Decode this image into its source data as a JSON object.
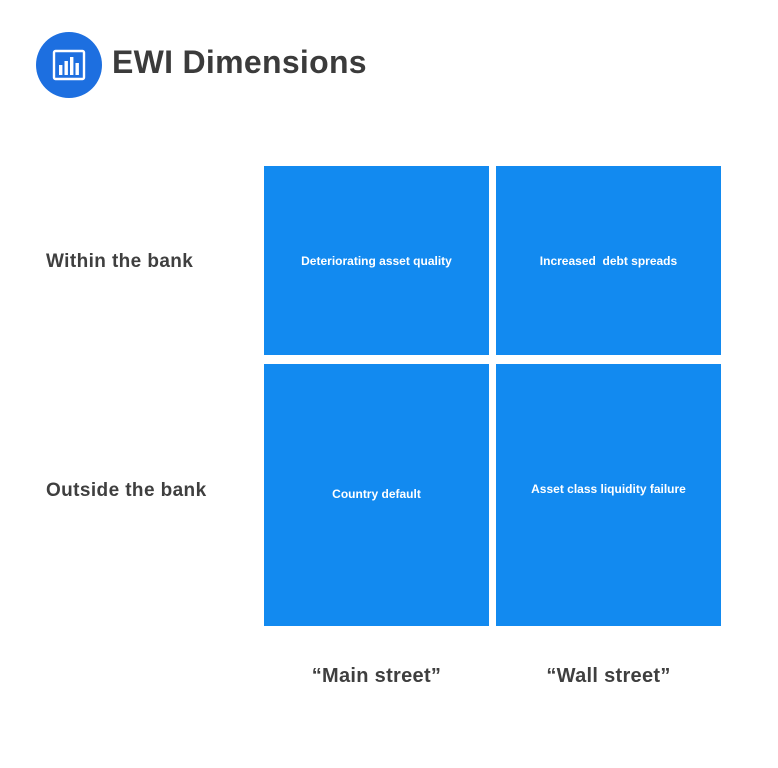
{
  "header": {
    "title": "EWI Dimensions",
    "icon": "bar-chart-icon",
    "icon_color": "#1d6fe0"
  },
  "matrix": {
    "rows": [
      "Within the bank",
      "Outside the bank"
    ],
    "columns": [
      "“Main street”",
      "“Wall street”"
    ],
    "cells": [
      [
        "Deteriorating asset quality",
        "Increased  debt spreads"
      ],
      [
        "Country default",
        "Asset class liquidity failure"
      ]
    ],
    "cell_color": "#128af0"
  }
}
